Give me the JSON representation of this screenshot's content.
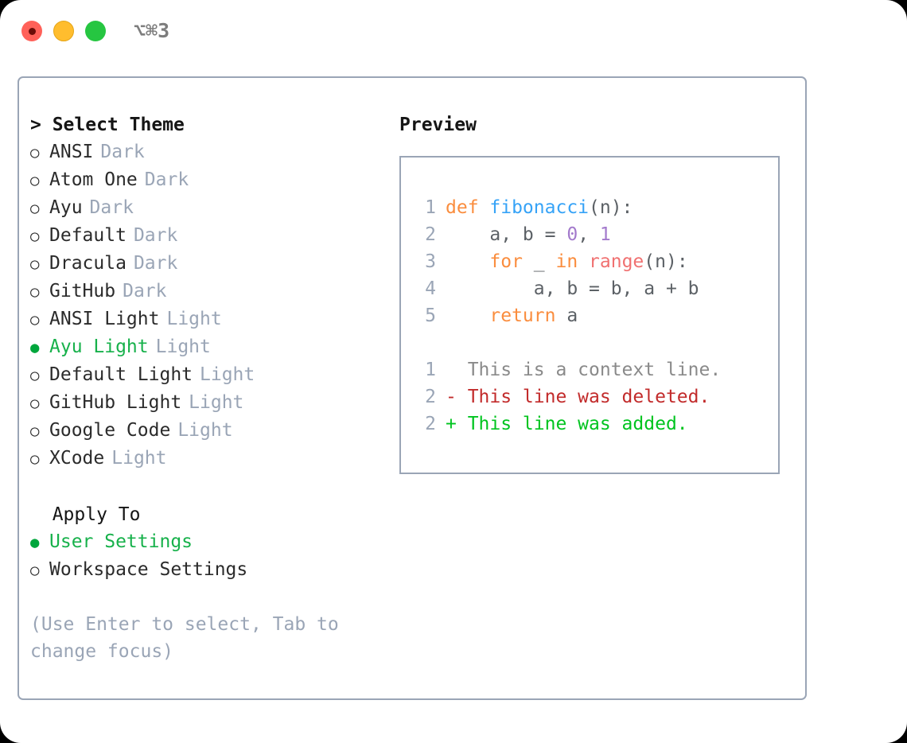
{
  "titlebar": {
    "shortcut": "⌥⌘3",
    "lights": [
      {
        "name": "close",
        "color": "#ff6159"
      },
      {
        "name": "minimize",
        "color": "#ffbd2e"
      },
      {
        "name": "maximize",
        "color": "#26c641"
      }
    ]
  },
  "theme_picker": {
    "heading": "> Select Theme",
    "options": [
      {
        "marker": "○",
        "label": "ANSI",
        "tag": "Dark",
        "selected": false
      },
      {
        "marker": "○",
        "label": "Atom One",
        "tag": "Dark",
        "selected": false
      },
      {
        "marker": "○",
        "label": "Ayu",
        "tag": "Dark",
        "selected": false
      },
      {
        "marker": "○",
        "label": "Default",
        "tag": "Dark",
        "selected": false
      },
      {
        "marker": "○",
        "label": "Dracula",
        "tag": "Dark",
        "selected": false
      },
      {
        "marker": "○",
        "label": "GitHub",
        "tag": "Dark",
        "selected": false
      },
      {
        "marker": "○",
        "label": "ANSI Light",
        "tag": "Light",
        "selected": false
      },
      {
        "marker": "●",
        "label": "Ayu Light",
        "tag": "Light",
        "selected": true
      },
      {
        "marker": "○",
        "label": "Default Light",
        "tag": "Light",
        "selected": false
      },
      {
        "marker": "○",
        "label": "GitHub Light",
        "tag": "Light",
        "selected": false
      },
      {
        "marker": "○",
        "label": "Google Code",
        "tag": "Light",
        "selected": false
      },
      {
        "marker": "○",
        "label": "XCode",
        "tag": "Light",
        "selected": false
      }
    ]
  },
  "apply_to": {
    "heading": "  Apply To",
    "options": [
      {
        "marker": "●",
        "label": "User Settings",
        "selected": true
      },
      {
        "marker": "○",
        "label": "Workspace Settings",
        "selected": false
      }
    ]
  },
  "hint": "(Use Enter to select, Tab to change focus)",
  "preview": {
    "heading": "Preview",
    "code_lines": [
      {
        "lnum": "1",
        "tokens": [
          {
            "text": "def ",
            "cls": "tok-kw"
          },
          {
            "text": "fibonacci",
            "cls": "tok-fn"
          },
          {
            "text": "(n):",
            "cls": "tok-pl"
          }
        ]
      },
      {
        "lnum": "2",
        "tokens": [
          {
            "text": "    a, b = ",
            "cls": "tok-pl"
          },
          {
            "text": "0",
            "cls": "tok-num"
          },
          {
            "text": ", ",
            "cls": "tok-pl"
          },
          {
            "text": "1",
            "cls": "tok-num"
          }
        ]
      },
      {
        "lnum": "3",
        "tokens": [
          {
            "text": "    for ",
            "cls": "tok-kw"
          },
          {
            "text": "_ ",
            "cls": "tok-pl"
          },
          {
            "text": "in ",
            "cls": "tok-kw"
          },
          {
            "text": "range",
            "cls": "tok-bi"
          },
          {
            "text": "(n):",
            "cls": "tok-pl"
          }
        ]
      },
      {
        "lnum": "4",
        "tokens": [
          {
            "text": "        a, b = b, a + b",
            "cls": "tok-pl"
          }
        ]
      },
      {
        "lnum": "5",
        "tokens": [
          {
            "text": "    return ",
            "cls": "tok-kw"
          },
          {
            "text": "a",
            "cls": "tok-pl"
          }
        ]
      }
    ],
    "diff_lines": [
      {
        "lnum": "1",
        "text": "  This is a context line.",
        "cls": "diff-ctx"
      },
      {
        "lnum": "2",
        "text": "- This line was deleted.",
        "cls": "diff-del"
      },
      {
        "lnum": "2",
        "text": "+ This line was added.",
        "cls": "diff-add"
      }
    ]
  },
  "colors": {
    "accent_green": "#17b14b",
    "muted": "#9aa5b6",
    "border": "#9aa5b6",
    "keyword": "#fa8d3e",
    "function": "#36a3f7",
    "number": "#a37acc",
    "builtin": "#f07171",
    "diff_added": "#00c41f",
    "diff_deleted": "#c22b2b"
  }
}
